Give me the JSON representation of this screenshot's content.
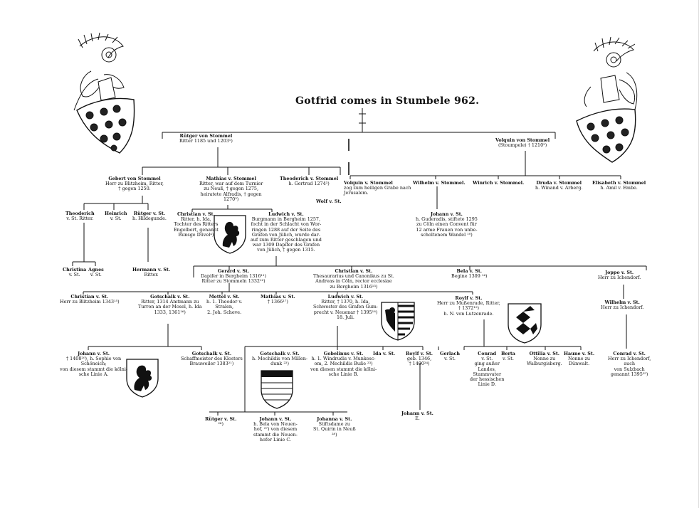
{
  "title": "Gotfrid comes in Stumbele 962.",
  "people": [
    {
      "id": "ruetger_1185",
      "name": "Rütger von Stommel",
      "detail": "Ritter 1185 und 1203¹)"
    },
    {
      "id": "volquin_1210",
      "name": "Volquin von Stommel",
      "detail": "(Stoumpele) † 1210²)"
    },
    {
      "id": "gebert",
      "name": "Gebert von Stommel",
      "detail": "Herr zu Blitzheim, Ritter,\n† gegen 1250."
    },
    {
      "id": "mathias_1",
      "name": "Mathias v. Stommel",
      "detail": "Ritter, war auf dem Turnier\nzu Neuß, † gegen 1275,\nheiratete Alfradis, † gegen\n1270³)"
    },
    {
      "id": "theoderich_1",
      "name": "Theoderich v. Stommel",
      "detail": "h. Gertrud 1274³)"
    },
    {
      "id": "volquin_2",
      "name": "Volquin v. Stommel",
      "detail": "zog zum heiligen Grabe nach\nJerusalem."
    },
    {
      "id": "wilhelm_1",
      "name": "Wilhelm v. Stommel.",
      "detail": ""
    },
    {
      "id": "winrich",
      "name": "Winrich v. Stommel.",
      "detail": ""
    },
    {
      "id": "druda",
      "name": "Druda v. Stommel",
      "detail": "h. Winand v. Arberg."
    },
    {
      "id": "elisabeth",
      "name": "Elisabeth v. Stommel",
      "detail": "h. Amil v. Embe."
    },
    {
      "id": "wolf",
      "name": "Wolf v. St.",
      "detail": ""
    },
    {
      "id": "theoderich_2",
      "name": "Theoderich",
      "detail": "v. St. Ritter."
    },
    {
      "id": "heinrich",
      "name": "Heinrich",
      "detail": "v. St."
    },
    {
      "id": "ruetger_2",
      "name": "Rütger v. St.",
      "detail": "h. Hildegunde."
    },
    {
      "id": "christian_1",
      "name": "Christian v. St.",
      "detail": "Ritter, h. Ida,\nTochter des Ritters\nEngelbert, genannt\nBunsge Düvel⁴)"
    },
    {
      "id": "ludwich_1",
      "name": "Ludwich v. St.",
      "detail": "Burgmann in Bergheim 1257,\nfocht in der Schlacht von Wor-\nringen 1288 auf der Seite des\nGrafen von Jülich, wurde dar-\nauf zum Ritter geschlagen und\nwar 1309 Dapifer des Grafen\nvon Jülich, † gegen 1315."
    },
    {
      "id": "johann_1",
      "name": "Johann v. St.",
      "detail": "h. Guderadis, stiftete 1295\nzu Cöln einen Convent für\n12 arme Frauen von unbe-\nscholtenem Wandel ¹⁰)"
    },
    {
      "id": "christina",
      "name": "Christina",
      "detail": "v. St."
    },
    {
      "id": "agnes",
      "name": "Agnes",
      "detail": "v. St."
    },
    {
      "id": "hermann",
      "name": "Hermann v. St.",
      "detail": "Ritter."
    },
    {
      "id": "gerard",
      "name": "Gerard v. St.",
      "detail": "Dapifer in Bergheim 1316¹¹)\nRitter zu Stommeln 1332¹²)"
    },
    {
      "id": "christian_2",
      "name": "Christian v. St.",
      "detail": "Thesaurarius und Canonikus zu St.\nAndreas in Cöln, rector ecclesiae\nzu Bergheim 1316¹³)"
    },
    {
      "id": "bela_1",
      "name": "Bela v. St.",
      "detail": "Begine 1309 ¹⁴)"
    },
    {
      "id": "joppo",
      "name": "Joppo v. St.",
      "detail": "Herr zu Ichendorf."
    },
    {
      "id": "christian_3",
      "name": "Christian v. St.",
      "detail": "Herr zu Blitzheim 1343¹⁵)"
    },
    {
      "id": "gotschalk_1",
      "name": "Gotschalk v. St.",
      "detail": "Ritter, 1314 Amtmann zu\nTurron an der Mosel, h. Ida\n1333, 1361¹⁶)"
    },
    {
      "id": "mettel",
      "name": "Mettel v. St.",
      "detail": "h. 1. Theodor v.\nStralen,\n2. Joh. Scheve."
    },
    {
      "id": "mathias_2",
      "name": "Mathias v. St.",
      "detail": "† 1366¹⁷)"
    },
    {
      "id": "ludwich_2",
      "name": "Ludwich v. St.",
      "detail": "Ritter, † 1370, h. Ida,\nSchwester des Grafen Gum-\nprecht v. Neuenar † 1395¹⁸)\n18. Juli."
    },
    {
      "id": "roylf_1",
      "name": "Roylf v. St.",
      "detail": "Herr zu Mußenrade, Ritter,\n† 1372¹⁹)\nh. N. von Lutzenrade."
    },
    {
      "id": "wilhelm_2",
      "name": "Wilhelm v. St.",
      "detail": "Herr zu Ichendorf."
    },
    {
      "id": "johann_2",
      "name": "Johann v. St.",
      "detail": "† 1408²⁰), h. Sophie von\nSchöneich;\nvon diesem stammt die kölni-\nsche Linie A."
    },
    {
      "id": "gotschalk_2",
      "name": "Gotschalk v. St.",
      "detail": "Schaffmeister des Klosters\nBrauweiler 1383²¹)"
    },
    {
      "id": "gotschalk_3",
      "name": "Gotschalk v. St.",
      "detail": "h. Mechildis von Millen-\ndunk ²²)"
    },
    {
      "id": "gobelinus",
      "name": "Gobelinus v. St.",
      "detail": "h. 1. Windrudis v. Munkesc-\nom, 2. Mechildis Buße ²³)\nvon diesen stammt die kölni-\nsche Linie B."
    },
    {
      "id": "ida",
      "name": "Ida v. St.",
      "detail": ""
    },
    {
      "id": "roylf_2",
      "name": "Roylf v. St.",
      "detail": "geb. 1346,\n† 1400²⁴)"
    },
    {
      "id": "gerlach",
      "name": "Gerlach",
      "detail": "v. St."
    },
    {
      "id": "conrad_1",
      "name": "Conrad",
      "detail": "v. St.\nging außer\nLandes,\nStammvater\nder hessischen\nLinie D."
    },
    {
      "id": "berta",
      "name": "Berta",
      "detail": "v. St."
    },
    {
      "id": "ottilia",
      "name": "Ottilia v. St.",
      "detail": "Nonne zu\nWalburgisberg."
    },
    {
      "id": "haune",
      "name": "Haune v. St.",
      "detail": "Nonne zu\nDünwalt."
    },
    {
      "id": "conrad_2",
      "name": "Conrad v. St.",
      "detail": "Herr zu Ichendorf,\nauch\nvon Sulzbach\ngenannt 1395²⁵)"
    },
    {
      "id": "ruetger_3",
      "name": "Rütger v. St.",
      "detail": "²⁶)"
    },
    {
      "id": "johann_3",
      "name": "Johann v. St.",
      "detail": "h. Bela von Neuen-\nhof, ²⁷) von diesem\nstammt die Neuen-\nhofer Linie C."
    },
    {
      "id": "johanna",
      "name": "Johanna v. St.",
      "detail": "Stiftsdame zu\nSt. Quirin in Neuß\n²⁸)"
    },
    {
      "id": "johann_4",
      "name": "Johann v. St.",
      "detail": "E."
    }
  ],
  "crests": {
    "left": {
      "icon": "heraldic-crest-roses-icon"
    },
    "right": {
      "icon": "heraldic-crest-roses-icon"
    },
    "small": [
      {
        "id": "lion_1",
        "icon": "lion-shield-icon"
      },
      {
        "id": "eagle",
        "icon": "eagle-shield-icon"
      },
      {
        "id": "checkers",
        "icon": "checkered-shield-icon"
      },
      {
        "id": "lion_2",
        "icon": "lion-shield-icon"
      },
      {
        "id": "bars",
        "icon": "barred-shield-icon"
      }
    ]
  }
}
